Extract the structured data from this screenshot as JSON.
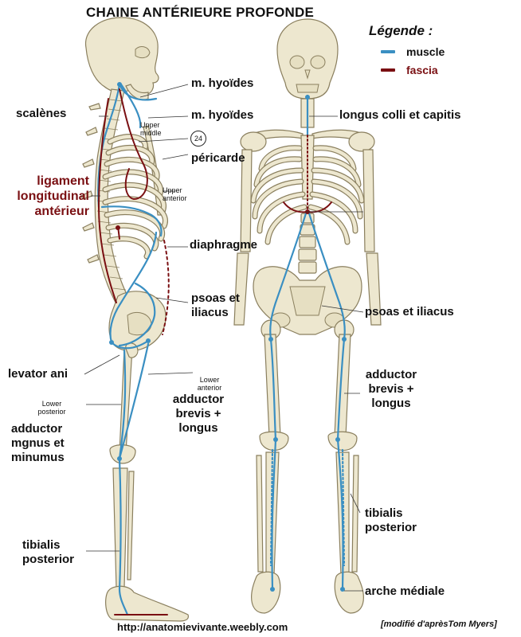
{
  "title": "CHAINE ANTÉRIEURE PROFONDE",
  "legend": {
    "title": "Légende :",
    "items": [
      {
        "label": "muscle",
        "color": "#3a8fc2"
      },
      {
        "label": "fascia",
        "color": "#7a0f12"
      }
    ]
  },
  "side_view": {
    "hyoides_1": "m. hyoïdes",
    "hyoides_2": "m. hyoïdes",
    "upper_middle": "Upper\nmiddle",
    "badge": "24",
    "scalenes": "scalènes",
    "pericarde": "péricarde",
    "ligament": "ligament\nlongitudinal\nantérieur",
    "upper_anterior": "Upper\nanterior",
    "diaphragme": "diaphragme",
    "psoas": "psoas et\niliacus",
    "levator": "levator ani",
    "lower_anterior": "Lower\nanterior",
    "adductor_brevis": "adductor\nbrevis +\nlongus",
    "lower_posterior": "Lower\nposterior",
    "adductor_magnus": "adductor\nmgnus et\nminumus",
    "tibialis": "tibialis\nposterior"
  },
  "front_view": {
    "longus": "longus colli et capitis",
    "psoas": "psoas et iliacus",
    "adductor": "adductor\nbrevis +\nlongus",
    "tibialis": "tibialis\nposterior",
    "arche": "arche médiale"
  },
  "footer": {
    "site": "http://anatomievivante.weebly.com",
    "credit": "[modifié d'aprèsTom Myers]"
  },
  "colors": {
    "bone": "#ede7cf",
    "bone_outline": "#8a7f5e",
    "muscle": "#3a8fc2",
    "fascia": "#7a0f12"
  }
}
